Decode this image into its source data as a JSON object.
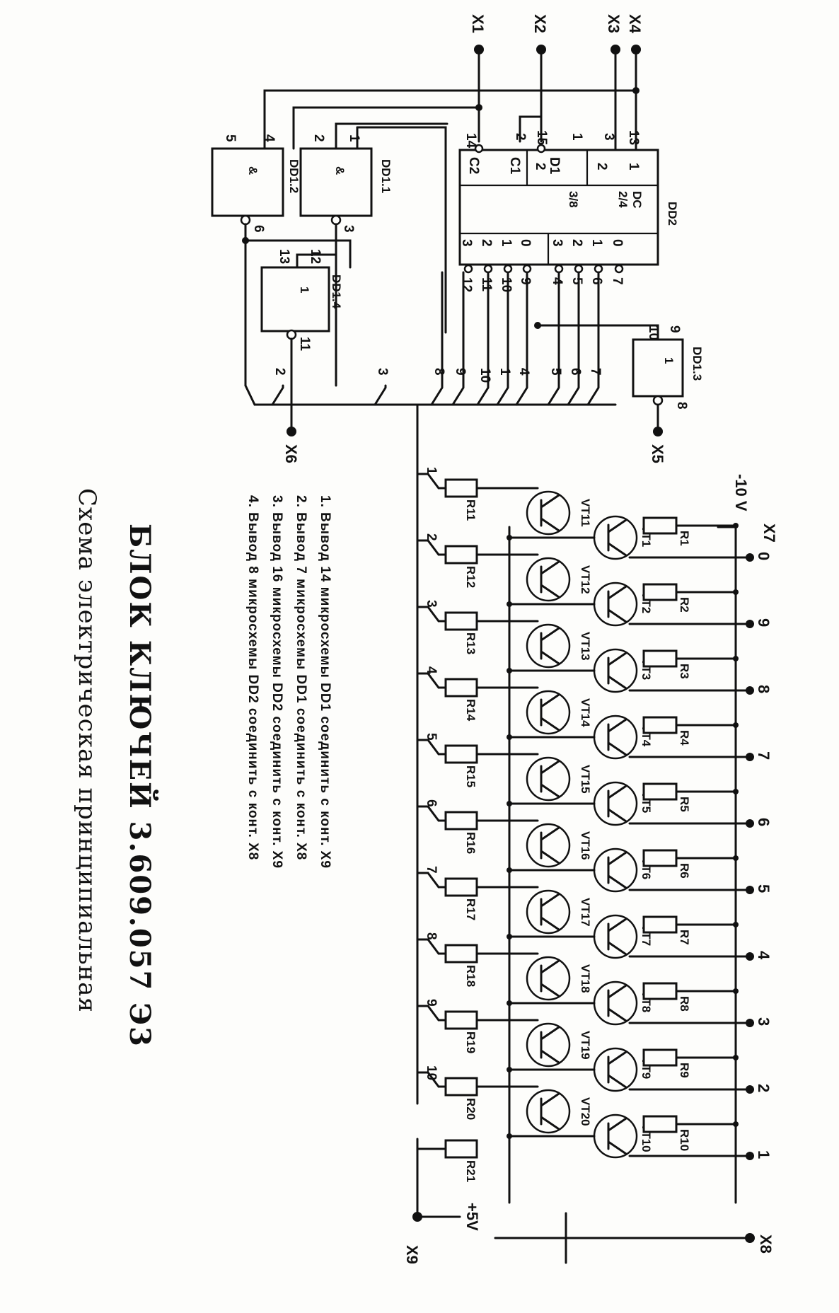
{
  "title": "БЛОК КЛЮЧЕЙ 3.609.057 Э3",
  "subtitle": "Схема электрическая принципиальная",
  "notes": [
    "1. Вывод  14  микросхемы DD1 соединить с конт. Х9",
    "2. Вывод  7  микросхемы DD1 соединить с конт.  Х8",
    "3. Вывод  16  микросхемы DD2 соединить с конт. Х9",
    "4. Вывод  8  микросхемы DD2 соединить с конт. Х8"
  ],
  "terminals": {
    "x1": "X1",
    "x2": "X2",
    "x3": "X3",
    "x4": "X4",
    "x5": "X5",
    "x6": "X6",
    "x7": "X7",
    "x8": "X8",
    "x9": "X9"
  },
  "supply": {
    "neg": "-10 V",
    "pos": "+5V"
  },
  "chips": {
    "dd11": "DD1.1",
    "dd12": "DD1.2",
    "dd13": "DD1.3",
    "dd14": "DD1.4",
    "dd2": "DD2",
    "and": "&",
    "one": "1",
    "dc": "DC",
    "dc24": "2/4",
    "dc38": "3/8",
    "c2": "C2",
    "c1": "C1",
    "d1": "D1",
    "in_pins": [
      "14",
      "2",
      "15",
      "1",
      "3",
      "13"
    ],
    "in_labels": [
      "2",
      "2",
      "1"
    ],
    "out_labels": [
      "3",
      "2",
      "1",
      "0",
      "3",
      "2",
      "1",
      "0"
    ],
    "out_pins": [
      "12",
      "11",
      "10",
      "9",
      "4",
      "5",
      "6",
      "7"
    ],
    "pins": {
      "p5": "5",
      "p4": "4",
      "p2": "2",
      "p1": "1",
      "p6": "6",
      "p3": "3",
      "p13": "13",
      "p12": "12",
      "p11": "11",
      "p10": "10",
      "p9": "9",
      "p8": "8"
    }
  },
  "bus": [
    "2",
    "3",
    "8",
    "9",
    "10",
    "1",
    "4",
    "5",
    "6",
    "7"
  ],
  "transistors_lower": [
    "VT11",
    "VT12",
    "VT13",
    "VT14",
    "VT15",
    "VT16",
    "VT17",
    "VT18",
    "VT19",
    "VT20"
  ],
  "transistors_upper": [
    "VT1",
    "VT2",
    "VT3",
    "VT4",
    "VT5",
    "VT6",
    "VT7",
    "VT8",
    "VT9",
    "VT10"
  ],
  "resistors_base": [
    "R11",
    "R12",
    "R13",
    "R14",
    "R15",
    "R16",
    "R17",
    "R18",
    "R19",
    "R20",
    "R21"
  ],
  "resistors_top": [
    "R1",
    "R2",
    "R3",
    "R4",
    "R5",
    "R6",
    "R7",
    "R8",
    "R9",
    "R10"
  ],
  "bus_taps": [
    "1",
    "2",
    "3",
    "4",
    "5",
    "6",
    "7",
    "8",
    "9",
    "10"
  ],
  "outputs": [
    "0",
    "9",
    "8",
    "7",
    "6",
    "5",
    "4",
    "3",
    "2",
    "1"
  ]
}
